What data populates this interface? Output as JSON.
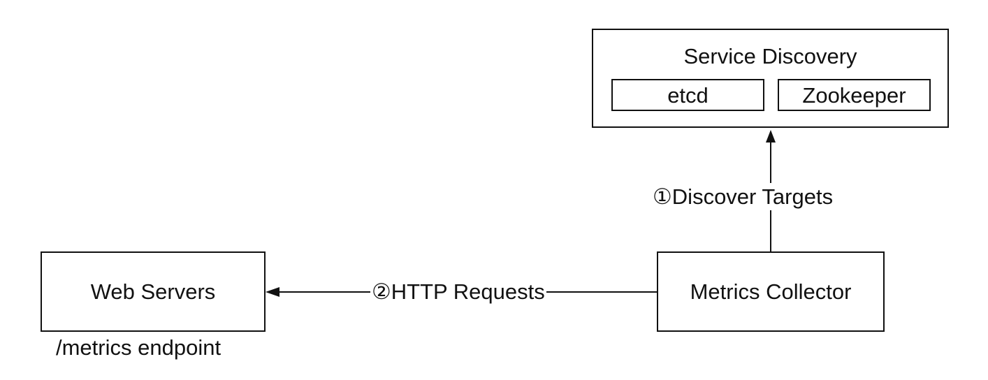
{
  "service_discovery": {
    "title": "Service Discovery",
    "items": [
      "etcd",
      "Zookeeper"
    ]
  },
  "metrics_collector": {
    "label": "Metrics Collector"
  },
  "web_servers": {
    "label": "Web Servers",
    "caption": "/metrics endpoint"
  },
  "edges": {
    "discover": "①Discover Targets",
    "http": "②HTTP Requests"
  }
}
